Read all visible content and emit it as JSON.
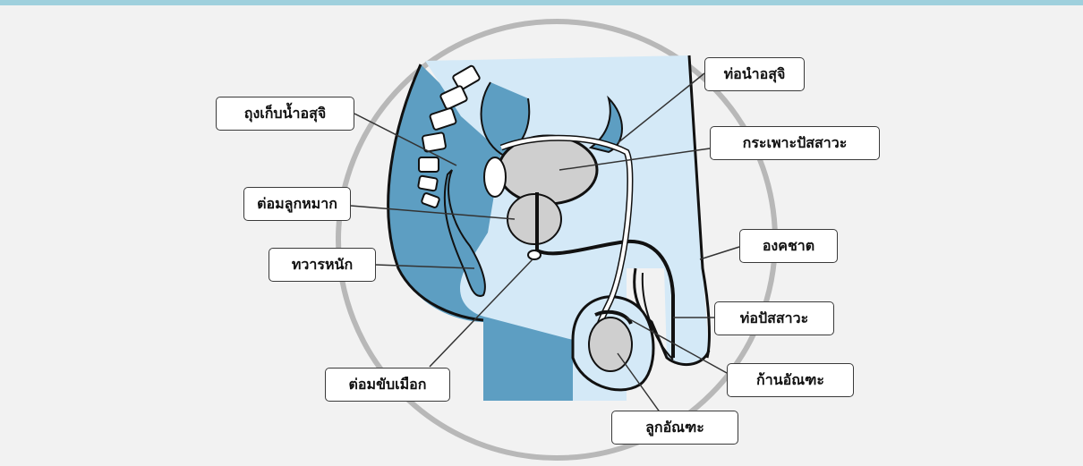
{
  "labels": {
    "seminal_vesicle": "ถุงเก็บน้ำอสุจิ",
    "prostate": "ต่อมลูกหมาก",
    "anus": "ทวารหนัก",
    "cowpers_gland": "ต่อมขับเมือก",
    "vas_deferens": "ท่อนำอสุจิ",
    "bladder": "กระเพาะปัสสาวะ",
    "penis": "องคชาต",
    "urethra": "ท่อปัสสาวะ",
    "epididymis": "ก้านอัณฑะ",
    "testis": "ลูกอัณฑะ"
  },
  "colors": {
    "top_bar": "#9fd0dd",
    "background": "#f2f2f2",
    "body_light": "#d4e9f7",
    "body_dark": "#5d9ec2",
    "organ_gray": "#cfcfcf",
    "circle_ring": "#b8b8b8",
    "outline": "#111111"
  }
}
